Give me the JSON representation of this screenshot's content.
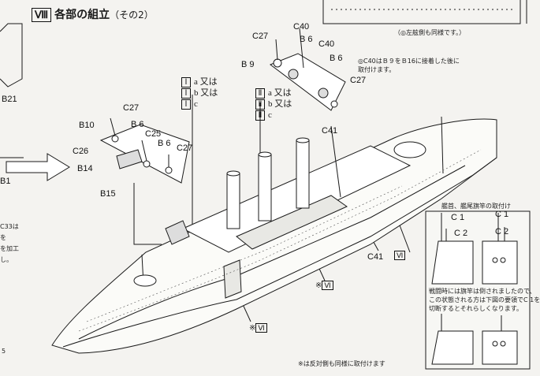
{
  "section": {
    "number": "Ⅷ",
    "title": "各部の組立",
    "subtitle": "（その2）"
  },
  "parts_left": [
    "C27",
    "B10",
    "B 6",
    "C25",
    "C26",
    "B 6",
    "C27",
    "B14",
    "B15"
  ],
  "parts_top": [
    "C27",
    "C40",
    "B 6",
    "C40",
    "B 6",
    "B 9",
    "C27"
  ],
  "note_c40": [
    "◎C40はＢ９をＢ16に接着した後に",
    "取付けます。"
  ],
  "note_top_right": "（◎左舷側も同様です。）",
  "codes_left": [
    {
      "box": "Ⅰ",
      "text": "a 又は"
    },
    {
      "box": "Ⅰ",
      "text": "b 又は"
    },
    {
      "box": "Ⅰ",
      "text": "c"
    }
  ],
  "codes_mid": [
    {
      "box": "Ⅱ",
      "text": "a 又は"
    },
    {
      "box": "Ⅱ",
      "text": "b 又は"
    },
    {
      "box": "Ⅱ",
      "text": "c"
    }
  ],
  "parts_hull": [
    "C41",
    "C41"
  ],
  "marks": {
    "vi_a": "Ⅵ",
    "vi_b": "Ⅵ",
    "vi_c": "Ⅵ",
    "asterisk": "※"
  },
  "left_edge": [
    "B21",
    "B1",
    "C33は",
    "を",
    "を加工",
    "し。",
    "5"
  ],
  "inset": {
    "title": "艦首、艦尾旗竿の取付け",
    "labels": [
      "C 1",
      "C 2",
      "C 1",
      "C 2"
    ],
    "note": [
      "戦闘時には旗竿は倒されましたので、",
      "この状態される方は下図の要領でC 1を",
      "切断するとそれらしくなります。"
    ]
  },
  "bottom_note": "※は反対側も同様に取付けます"
}
